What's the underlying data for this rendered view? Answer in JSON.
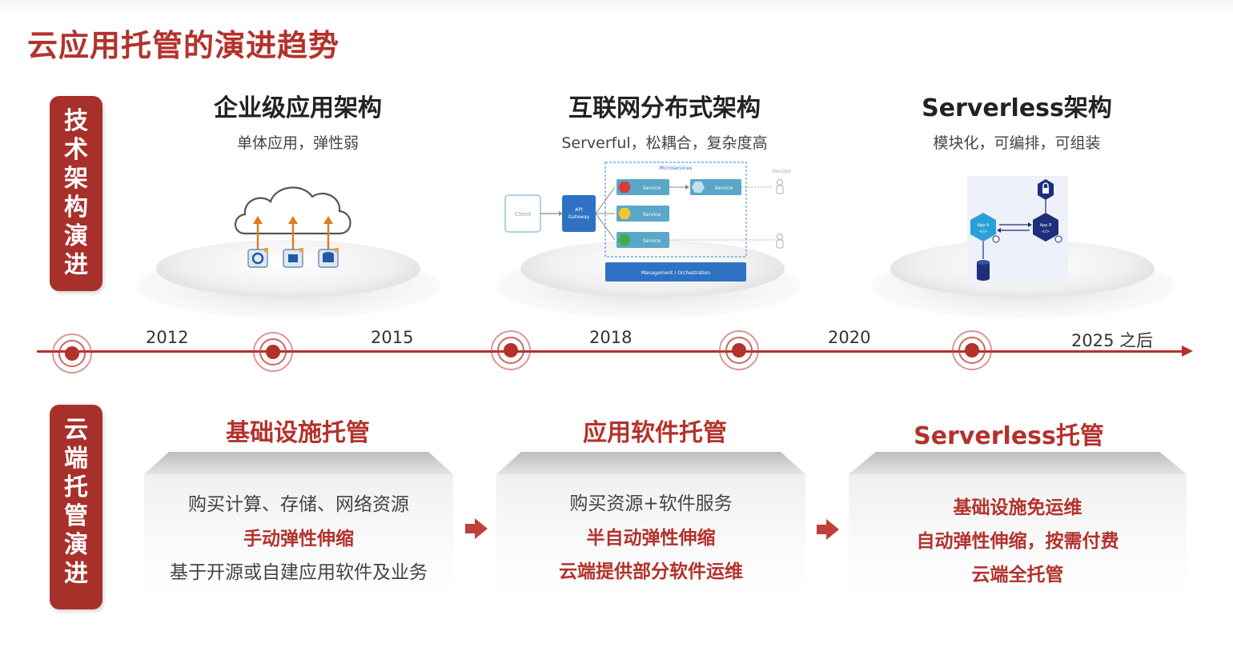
{
  "title": "云应用托管的演进趋势",
  "side_labels": {
    "top": [
      "技",
      "术",
      "架",
      "构",
      "演",
      "进"
    ],
    "bottom": [
      "云",
      "端",
      "托",
      "管",
      "演",
      "进"
    ]
  },
  "architectures": [
    {
      "title": "企业级应用架构",
      "subtitle": "单体应用，弹性弱"
    },
    {
      "title": "互联网分布式架构",
      "subtitle": "Serverful，松耦合，复杂度高"
    },
    {
      "title": "Serverless架构",
      "subtitle": "模块化，可编排，可组装"
    }
  ],
  "microservices_diagram": {
    "client": "Client",
    "gateway": [
      "API",
      "Gateway"
    ],
    "group": "Microservices",
    "service": "Service",
    "devops": "DevOps",
    "management": "Management / Orchestration"
  },
  "serverless_diagram": {
    "app_a": [
      "App A",
      "</>"
    ],
    "app_b": [
      "App B",
      "</>"
    ]
  },
  "timeline": {
    "years": [
      "2012",
      "2015",
      "2018",
      "2020",
      "2025 之后"
    ],
    "colors": {
      "accent": "#b3322c",
      "side_label_bg": "#a8302b"
    }
  },
  "hosting": [
    {
      "title": "基础设施托管",
      "lines": [
        "购买计算、存储、网络资源",
        "手动弹性伸缩",
        "基于开源或自建应用软件及业务"
      ]
    },
    {
      "title": "应用软件托管",
      "lines": [
        "购买资源+软件服务",
        "半自动弹性伸缩",
        "云端提供部分软件运维"
      ]
    },
    {
      "title": "Serverless托管",
      "lines": [
        "基础设施免运维",
        "自动弹性伸缩，按需付费",
        "云端全托管"
      ]
    }
  ]
}
